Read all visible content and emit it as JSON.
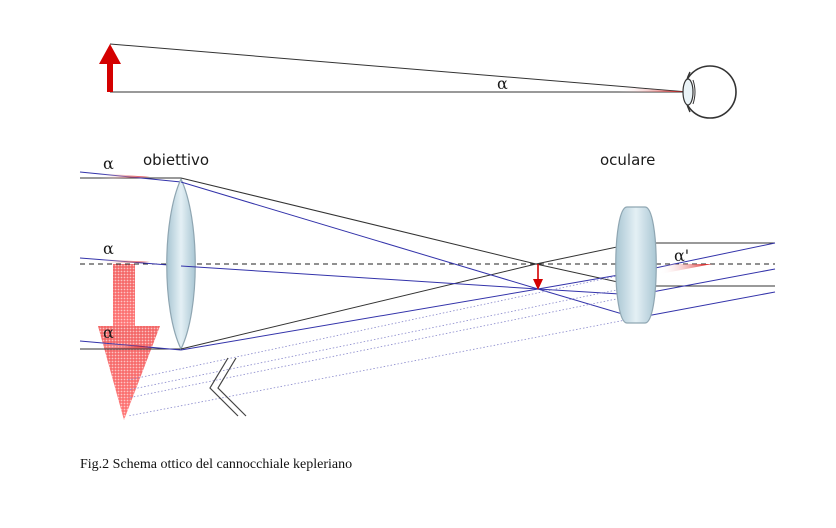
{
  "labels": {
    "alpha_top": "α",
    "objective": "obiettivo",
    "eyepiece": "oculare",
    "alpha_1": "α",
    "alpha_2": "α",
    "alpha_3": "α",
    "alpha_prime": "α'"
  },
  "caption": "Fig.2 Schema ottico del cannocchiale kepleriano",
  "colors": {
    "ray_black": "#333333",
    "ray_blue": "#3333aa",
    "arrow_red": "#d40000",
    "lens_fill": "#cfe3ec",
    "lens_stroke": "#8fa6b2"
  }
}
